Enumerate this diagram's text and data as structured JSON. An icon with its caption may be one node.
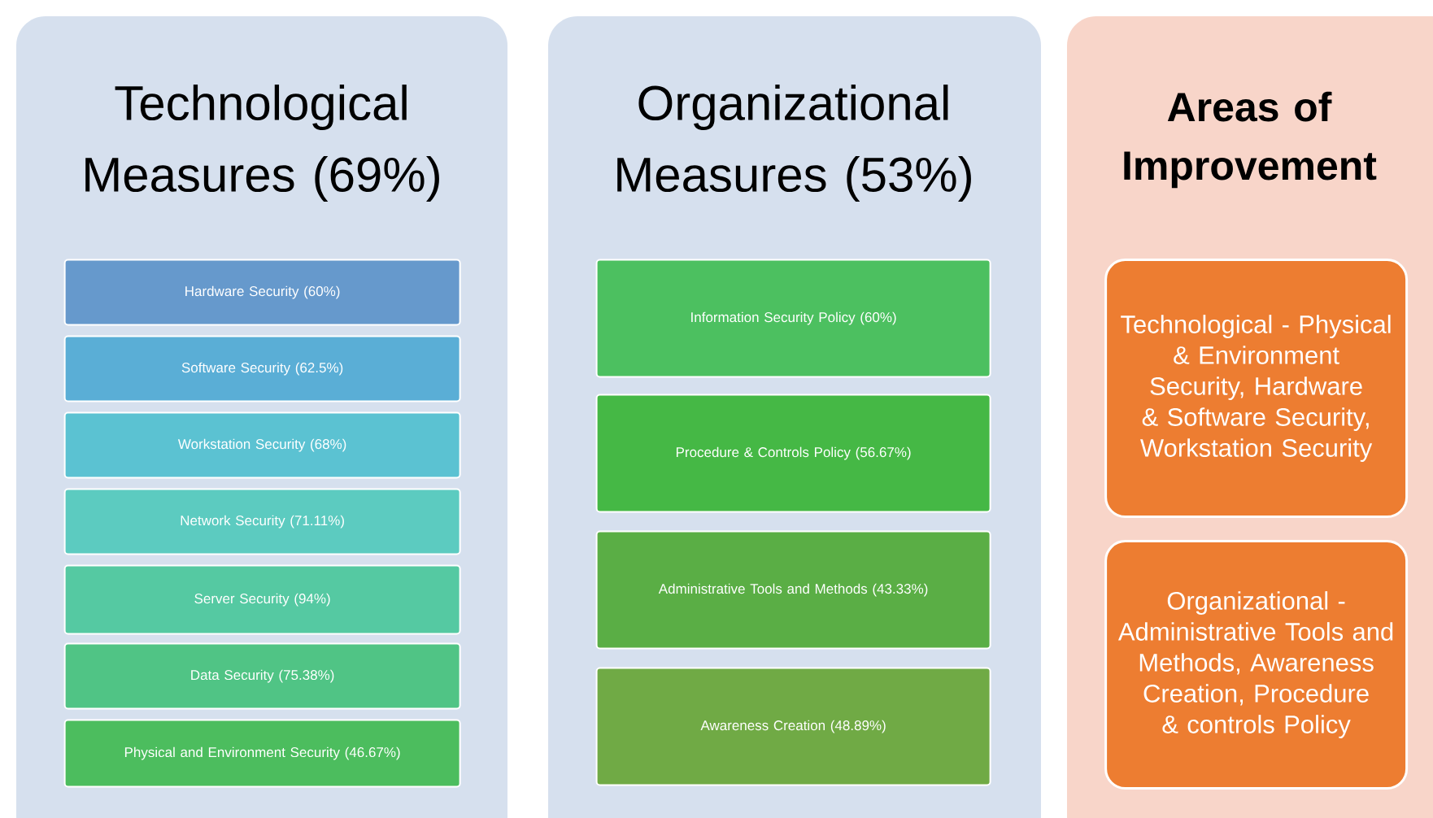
{
  "diagram": {
    "nodes": [
      {
        "text": [
          "Technological Measures (69%)"
        ]
      },
      {
        "text": [
          "Hardware Security (60%)"
        ],
        "in": 0
      },
      {
        "text": [
          "Software Security (62.5%)"
        ],
        "in": 0
      },
      {
        "text": [
          "Workstation Security (68%)"
        ],
        "in": 0
      },
      {
        "text": [
          "Network Security (71.11%)"
        ],
        "in": 0
      },
      {
        "text": [
          "Server Security (94%)"
        ],
        "in": 0
      },
      {
        "text": [
          "Data Security (75.38%)"
        ],
        "in": 0
      },
      {
        "text": [
          "Physical and Environment Security (46.67%)"
        ],
        "in": 0
      },
      {
        "text": [
          "Organizational Measures (53%)"
        ]
      },
      {
        "text": [
          "Information Security Policy (60%)"
        ],
        "in": 8
      },
      {
        "text": [
          "Procedure & Controls Policy (56.67%)"
        ],
        "in": 8
      },
      {
        "text": [
          "Administrative Tools and Methods (43.33%)"
        ],
        "in": 8
      },
      {
        "text": [
          "Awareness Creation (48.89%)"
        ],
        "in": 8
      },
      {
        "text": [
          "Areas of Improvement"
        ]
      },
      {
        "text": [
          "Technological - Physical & Environment Security, Hardware & Software Security, Workstation Security"
        ],
        "in": 13
      },
      {
        "text": [
          "Organizational - Administrative Tools and Methods, Awareness Creation, Procedure & controls Policy"
        ],
        "in": 13
      }
    ]
  }
}
